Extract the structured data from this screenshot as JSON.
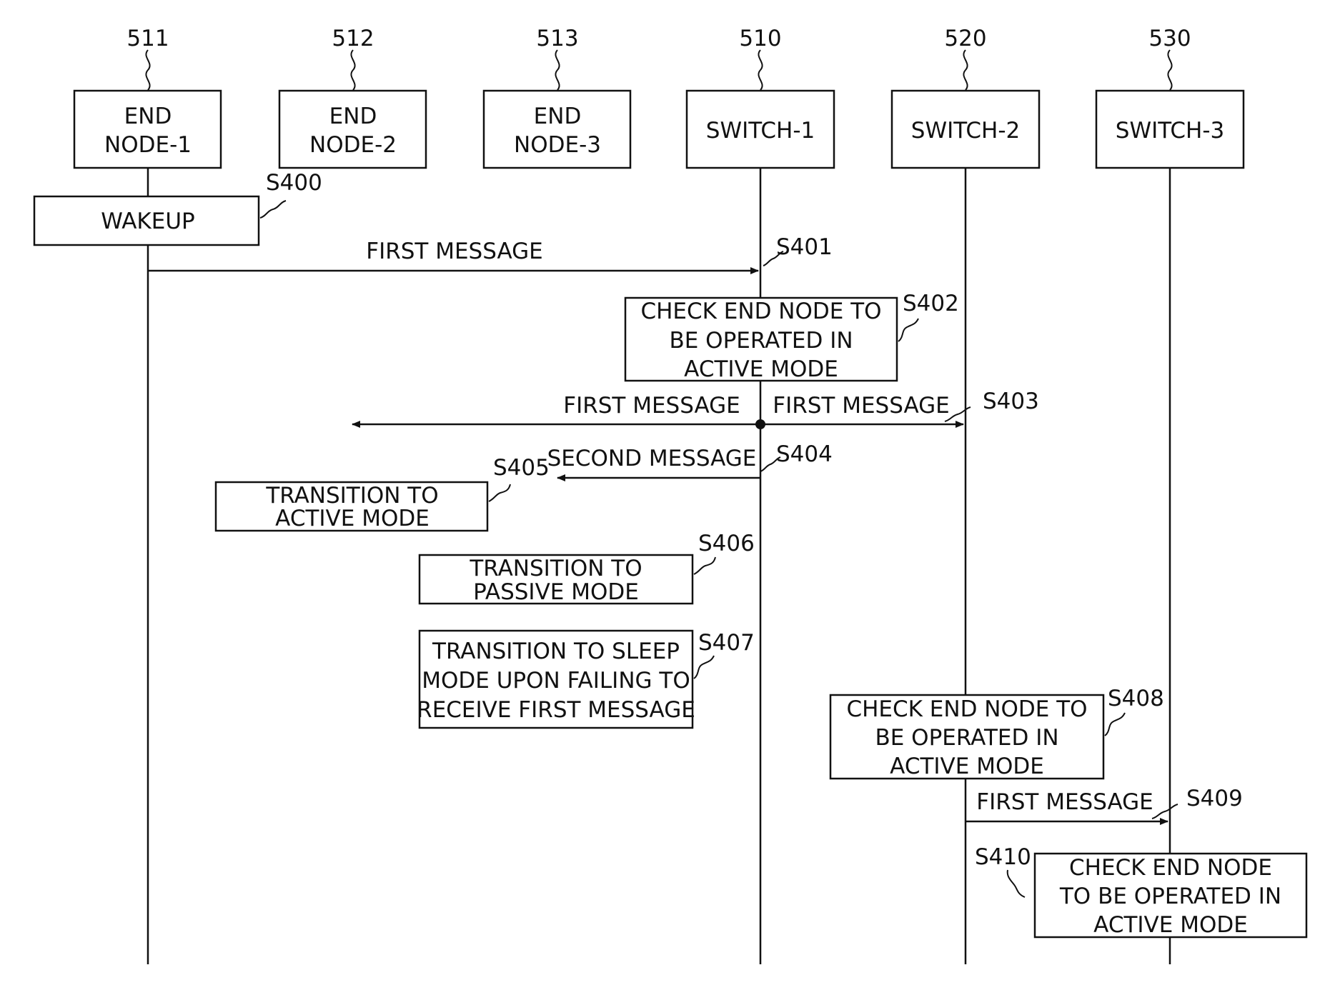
{
  "participants": [
    {
      "id": "p511",
      "ref": "511",
      "lines": [
        "END",
        "NODE-1"
      ]
    },
    {
      "id": "p512",
      "ref": "512",
      "lines": [
        "END",
        "NODE-2"
      ]
    },
    {
      "id": "p513",
      "ref": "513",
      "lines": [
        "END",
        "NODE-3"
      ]
    },
    {
      "id": "p510",
      "ref": "510",
      "lines": [
        "SWITCH-1"
      ]
    },
    {
      "id": "p520",
      "ref": "520",
      "lines": [
        "SWITCH-2"
      ]
    },
    {
      "id": "p530",
      "ref": "530",
      "lines": [
        "SWITCH-3"
      ]
    }
  ],
  "steps": {
    "s400": {
      "label": "S400",
      "lines": [
        "WAKEUP"
      ]
    },
    "s401": {
      "label": "S401",
      "message": "FIRST MESSAGE"
    },
    "s402": {
      "label": "S402",
      "lines": [
        "CHECK END NODE TO",
        "BE OPERATED IN",
        "ACTIVE MODE"
      ]
    },
    "s403": {
      "label": "S403",
      "message_left": "FIRST MESSAGE",
      "message_right": "FIRST MESSAGE"
    },
    "s404": {
      "label": "S404",
      "message": "SECOND MESSAGE"
    },
    "s405": {
      "label": "S405",
      "lines": [
        "TRANSITION TO",
        "ACTIVE MODE"
      ]
    },
    "s406": {
      "label": "S406",
      "lines": [
        "TRANSITION TO",
        "PASSIVE MODE"
      ]
    },
    "s407": {
      "label": "S407",
      "lines": [
        "TRANSITION TO SLEEP",
        "MODE UPON FAILING TO",
        "RECEIVE FIRST MESSAGE"
      ]
    },
    "s408": {
      "label": "S408",
      "lines": [
        "CHECK END NODE TO",
        "BE OPERATED IN",
        "ACTIVE MODE"
      ]
    },
    "s409": {
      "label": "S409",
      "message": "FIRST MESSAGE"
    },
    "s410": {
      "label": "S410",
      "lines": [
        "CHECK END NODE",
        "TO BE OPERATED IN",
        "ACTIVE MODE"
      ]
    }
  }
}
